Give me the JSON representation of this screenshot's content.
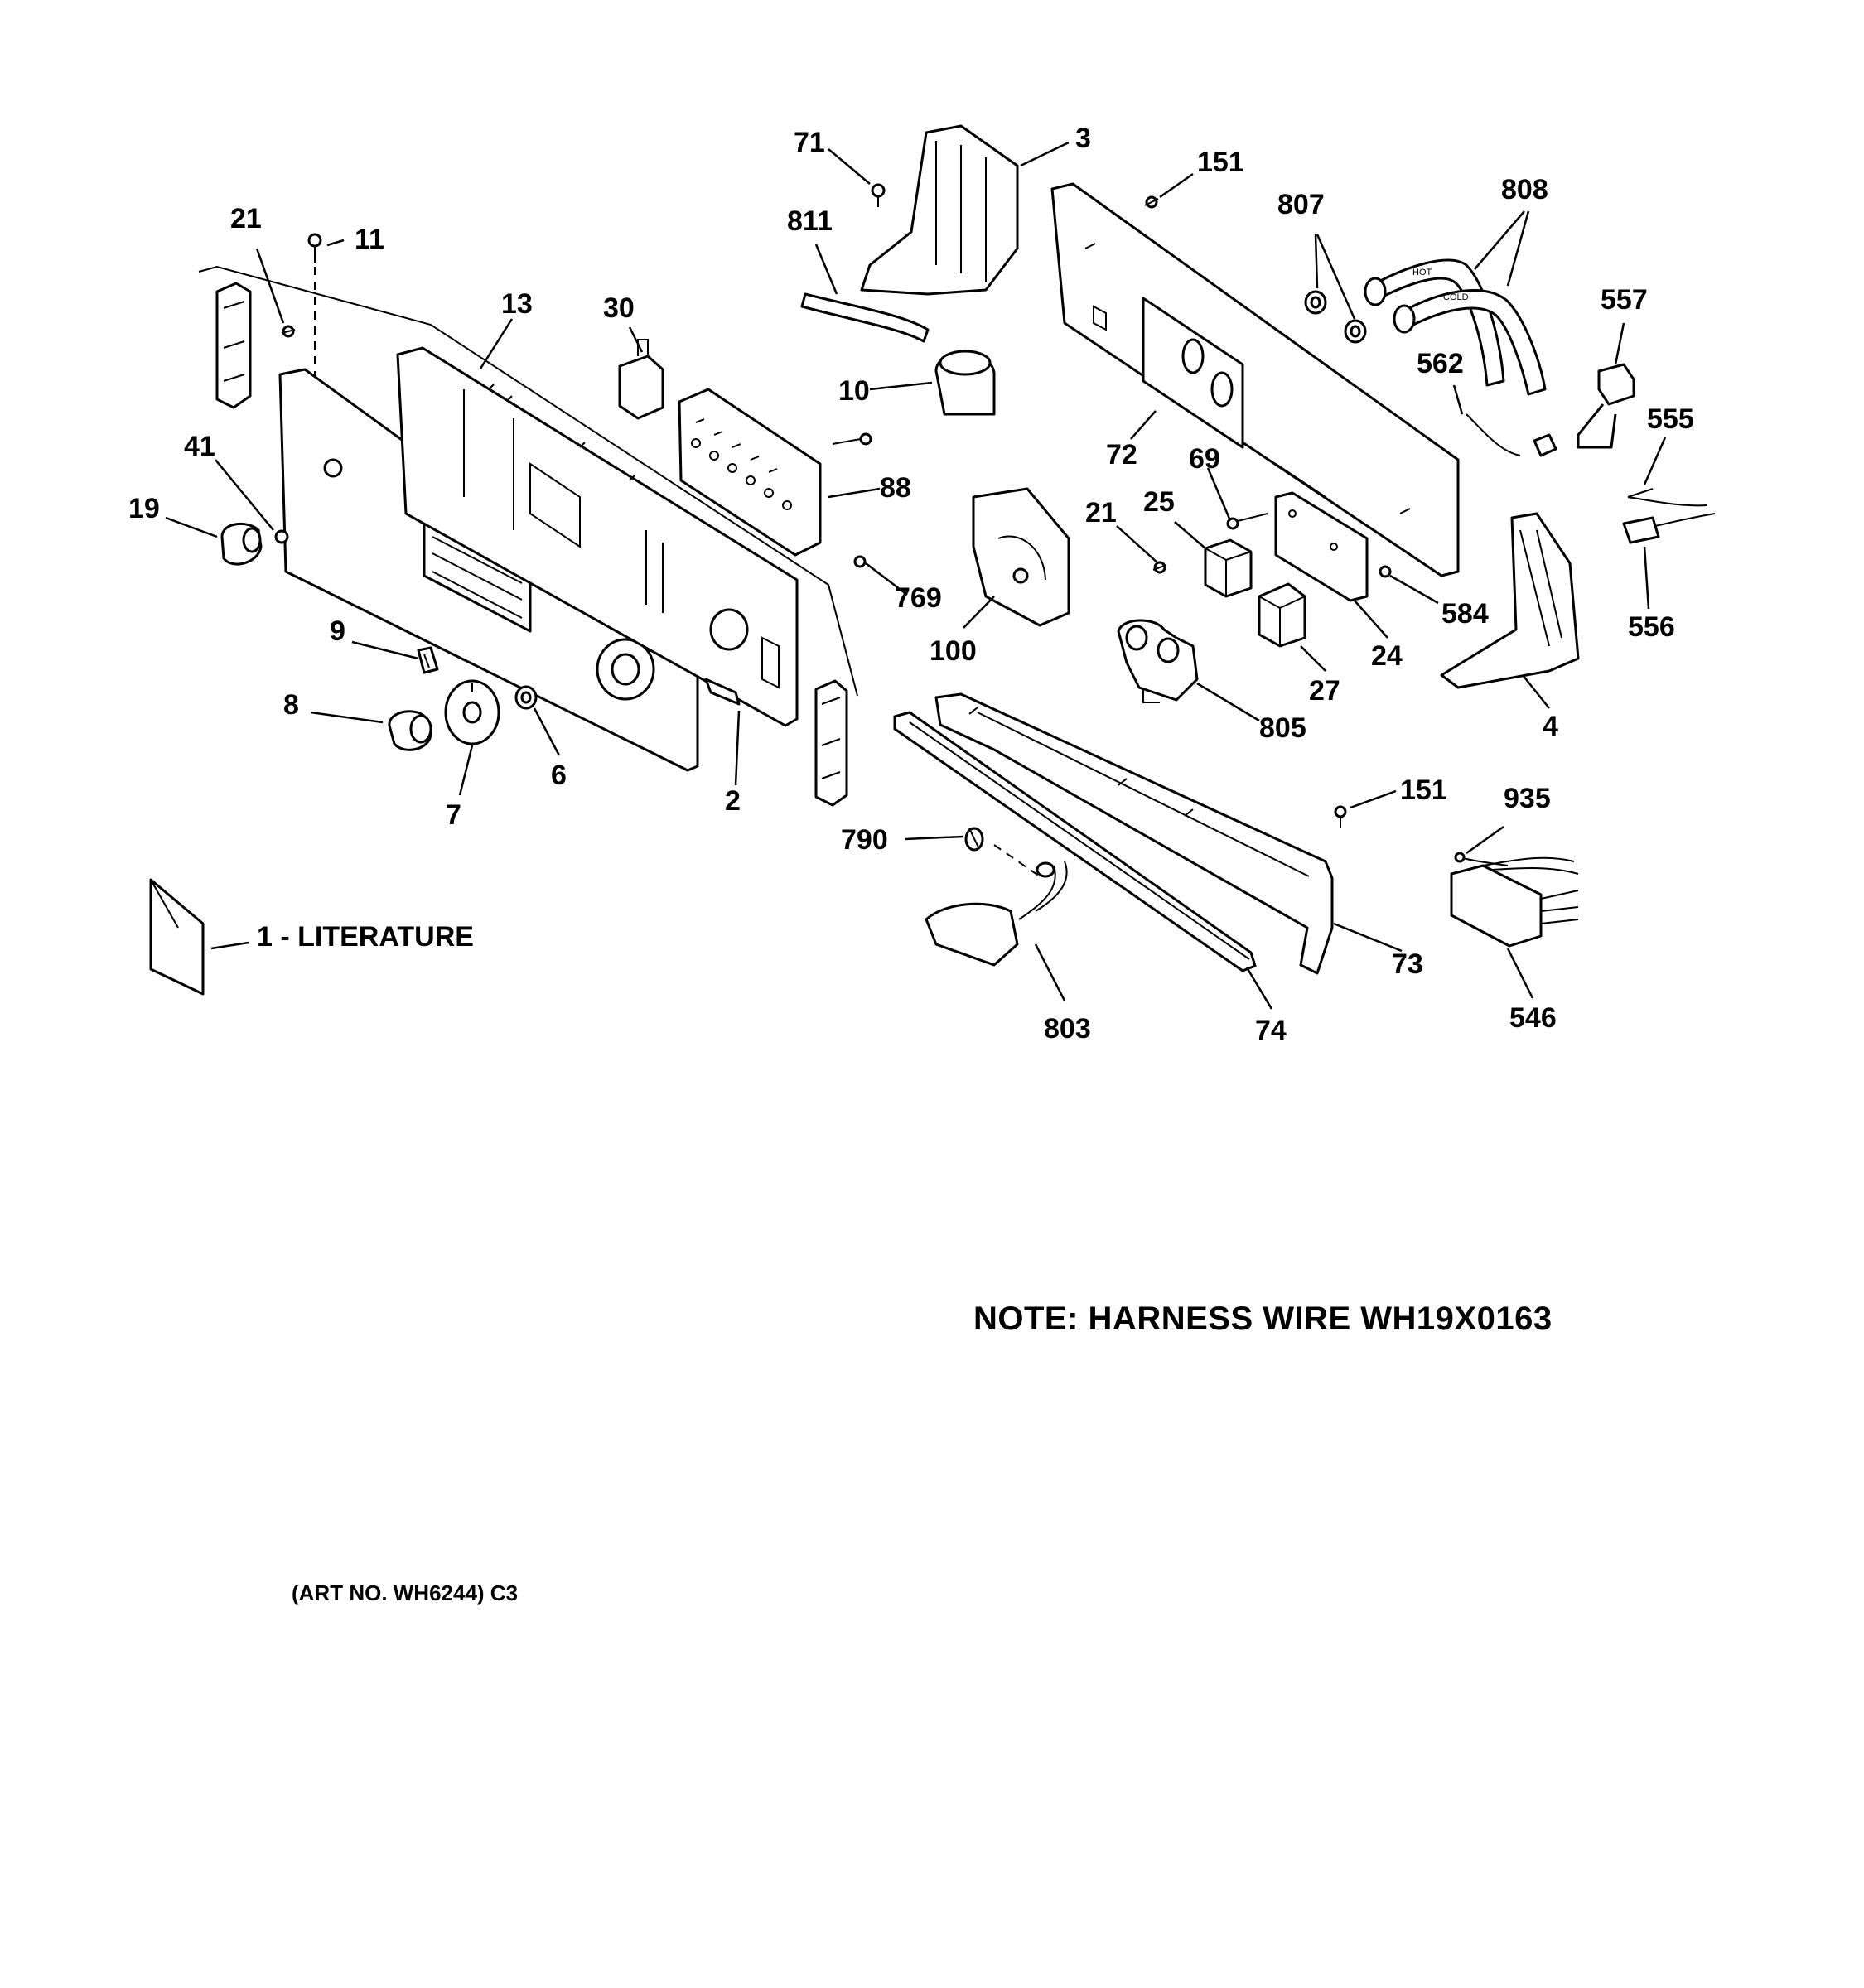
{
  "diagram": {
    "callouts": {
      "c71": "71",
      "c3": "3",
      "c151a": "151",
      "c807": "807",
      "c808": "808",
      "c811": "811",
      "c21a": "21",
      "c11": "11",
      "c13": "13",
      "c30": "30",
      "c557": "557",
      "c10": "10",
      "c562": "562",
      "c555": "555",
      "c72": "72",
      "c69": "69",
      "c41": "41",
      "c88": "88",
      "c19": "19",
      "c25": "25",
      "c21b": "21",
      "c584": "584",
      "c769": "769",
      "c9": "9",
      "c100": "100",
      "c24": "24",
      "c556": "556",
      "c27": "27",
      "c8": "8",
      "c805": "805",
      "c4": "4",
      "c6": "6",
      "c2": "2",
      "c7": "7",
      "c151b": "151",
      "c935": "935",
      "c790": "790",
      "c73": "73",
      "c803": "803",
      "c74": "74",
      "c546": "546"
    },
    "literature_label": "1 - LITERATURE",
    "hose_hot_tag": "HOT",
    "hose_cold_tag": "COLD",
    "note": "NOTE: HARNESS WIRE WH19X0163",
    "art_number": "(ART NO. WH6244) C3"
  }
}
